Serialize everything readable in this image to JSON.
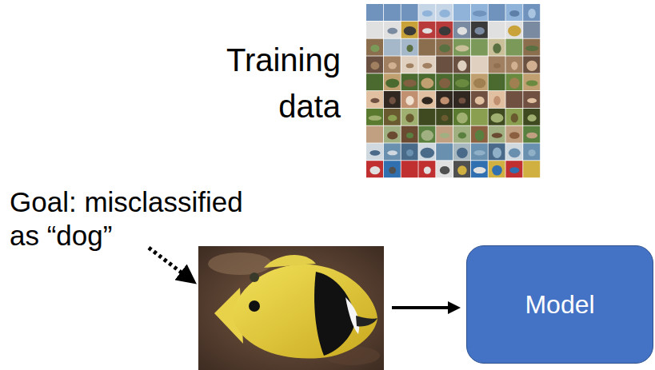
{
  "diagram": {
    "nodes": [
      {
        "text": [
          "Model"
        ]
      }
    ],
    "labels": [
      "Training data",
      "Goal: misclassified as “dog”"
    ]
  }
}
